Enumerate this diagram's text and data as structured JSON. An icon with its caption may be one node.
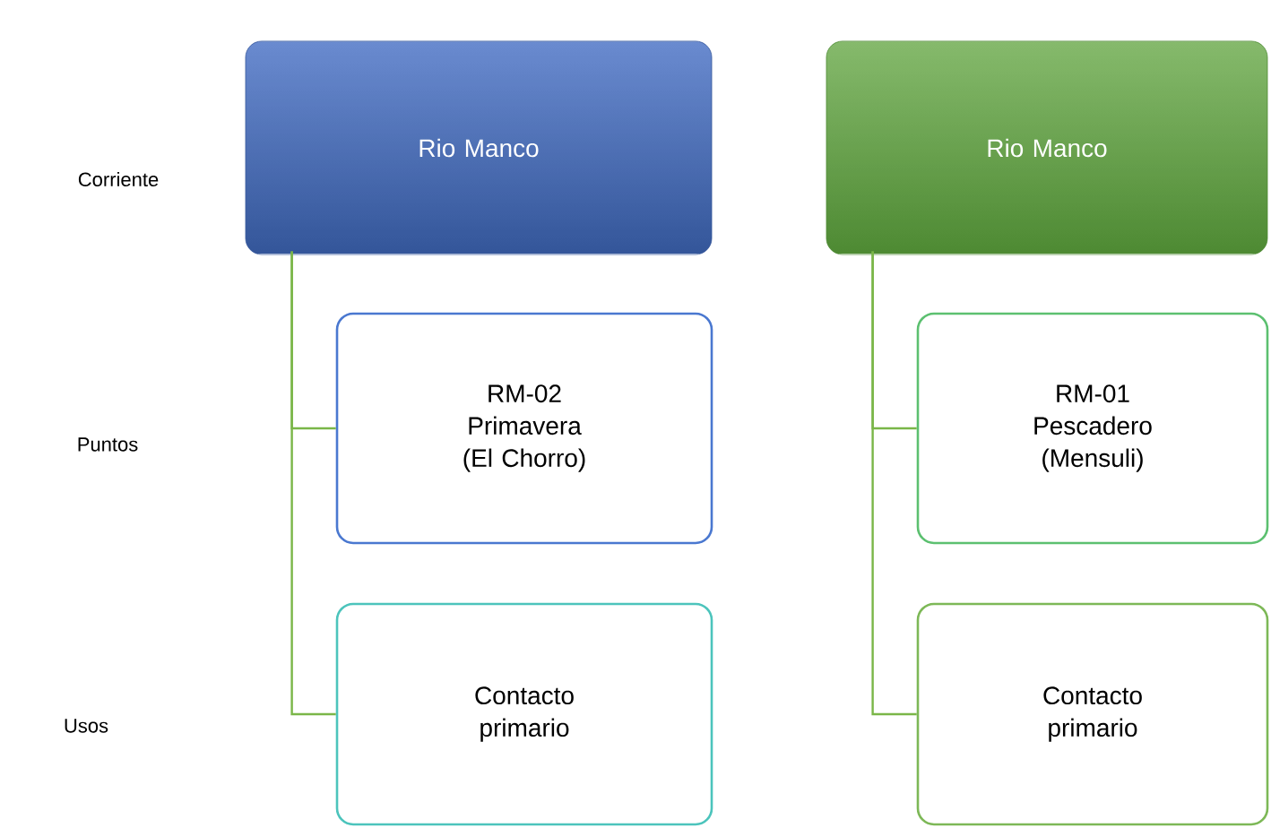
{
  "diagram": {
    "nodes": [
      {
        "text": [
          "Rio Manco"
        ]
      },
      {
        "text": [
          "RM-02 Primavera (El Chorro)"
        ]
      },
      {
        "text": [
          "Contacto primario"
        ]
      },
      {
        "text": [
          "Rio Manco"
        ]
      },
      {
        "text": [
          "RM-01 Pescadero (Mensuli)"
        ]
      },
      {
        "text": [
          "Contacto primario"
        ]
      }
    ],
    "edges": [
      {
        "from": 0,
        "to": 1,
        "arrow": "none"
      },
      {
        "from": 0,
        "to": 2,
        "arrow": "none"
      },
      {
        "from": 3,
        "to": 4,
        "arrow": "none"
      },
      {
        "from": 3,
        "to": 5,
        "arrow": "none"
      }
    ],
    "labels": [
      "Corriente",
      "Puntos",
      "Usos"
    ]
  }
}
